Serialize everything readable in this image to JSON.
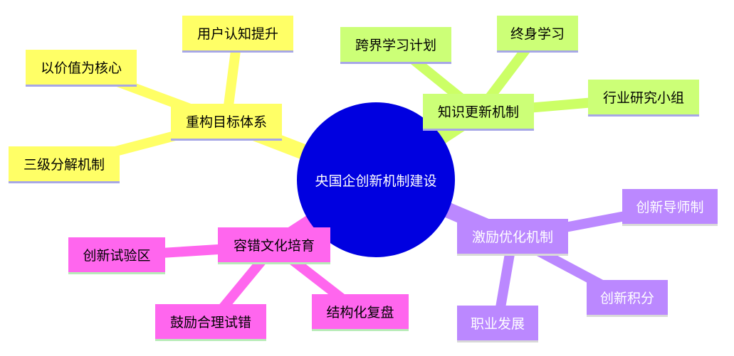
{
  "colors": {
    "center": "#0000e0",
    "yellow": "#ffff66",
    "yellow_line": "#ffff66",
    "yellow_border": "#a7a7e6",
    "green": "#ccff77",
    "green_line": "#ccff66",
    "green_border": "#a7a7e6",
    "purple": "#bb88ff",
    "purple_line": "#bb88ff",
    "purple_border": "#d8d8d8",
    "pink": "#ff66ee",
    "pink_line": "#ff66ee",
    "pink_border": "#b8ecb8"
  },
  "center": {
    "label": "央国企创新机制建设"
  },
  "branches": [
    {
      "label": "重构目标体系",
      "color": "yellow",
      "children": [
        "用户认知提升",
        "以价值为核心",
        "三级分解机制"
      ]
    },
    {
      "label": "知识更新机制",
      "color": "green",
      "children": [
        "跨界学习计划",
        "终身学习",
        "行业研究小组"
      ]
    },
    {
      "label": "激励优化机制",
      "color": "purple",
      "children": [
        "创新导师制",
        "创新积分",
        "职业发展"
      ]
    },
    {
      "label": "容错文化培育",
      "color": "pink",
      "children": [
        "创新试验区",
        "鼓励合理试错",
        "结构化复盘"
      ]
    }
  ]
}
